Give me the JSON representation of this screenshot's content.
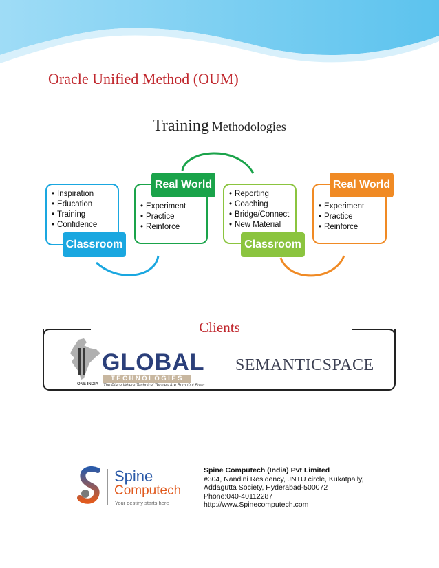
{
  "colors": {
    "title_red": "#c0272d",
    "classroom_blue": "#1aa7e0",
    "realworld_green": "#1aa34a",
    "classroom_green": "#8bc43f",
    "realworld_orange": "#f08a24"
  },
  "header": {
    "title": "Oracle Unified Method (OUM)"
  },
  "training": {
    "title_big": "Training",
    "title_small": "Methodologies",
    "boxes": [
      {
        "tag": "Classroom",
        "items": [
          "Inspiration",
          "Education",
          "Training",
          "Confidence"
        ]
      },
      {
        "tag": "Real World",
        "items": [
          "Experiment",
          "Practice",
          "Reinforce"
        ]
      },
      {
        "tag": "Classroom",
        "items": [
          "Reporting",
          "Coaching",
          "Bridge/Connect",
          "New Material"
        ]
      },
      {
        "tag": "Real World",
        "items": [
          "Experiment",
          "Practice",
          "Reinforce"
        ]
      }
    ]
  },
  "clients": {
    "title": "Clients",
    "global": {
      "word": "GLOBAL",
      "sub": "TECHNOLOGIES",
      "tagline": "The Place Where Technical Techies Are Born Out From",
      "one_india": "ONE INDIA"
    },
    "semantic": "SEMANTICSPACE"
  },
  "footer": {
    "logo_line1": "Spine",
    "logo_line2": "Computech",
    "logo_tagline": "Your destiny starts here",
    "company": "Spine Computech (India) Pvt Limited",
    "address1": "#304, Nandini Residency, JNTU circle, Kukatpally,",
    "address2": "Addagutta Society, Hyderabad-500072",
    "phone": "Phone:040-40112287",
    "website": "http://www.Spinecomputech.com"
  }
}
